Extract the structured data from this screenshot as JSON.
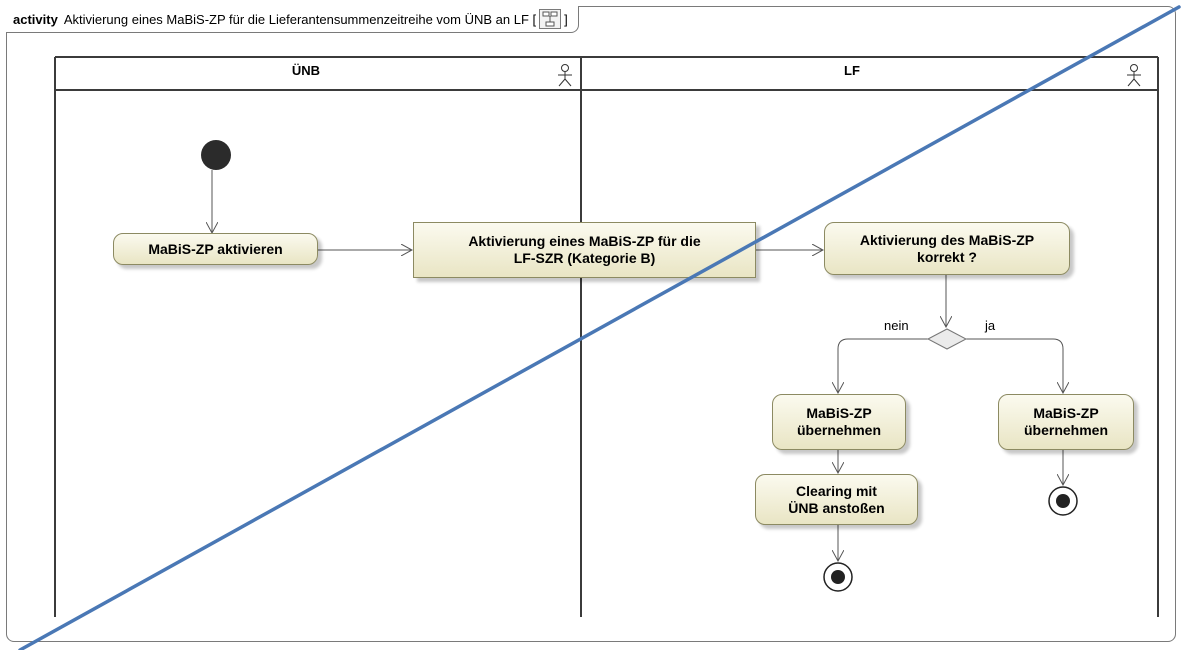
{
  "frame": {
    "keyword": "activity",
    "title": "Aktivierung eines MaBiS-ZP für die Lieferantensummenzeitreihe vom ÜNB an LF [",
    "bracket_close": "]",
    "diagram_icon": "activity-diagram-icon"
  },
  "lanes": [
    {
      "name": "ÜNB",
      "icon": "actor-icon"
    },
    {
      "name": "LF",
      "icon": "actor-icon"
    }
  ],
  "nodes": {
    "aktivieren": "MaBiS-ZP aktivieren",
    "object_line1": "Aktivierung eines MaBiS-ZP für die",
    "object_line2": "LF-SZR (Kategorie B)",
    "pruefen_line1": "Aktivierung des MaBiS-ZP",
    "pruefen_line2": "korrekt ?",
    "uebernehmen_left_line1": "MaBiS-ZP",
    "uebernehmen_left_line2": "übernehmen",
    "uebernehmen_right_line1": "MaBiS-ZP",
    "uebernehmen_right_line2": "übernehmen",
    "clearing_line1": "Clearing mit",
    "clearing_line2": "ÜNB anstoßen"
  },
  "guards": {
    "no": "nein",
    "yes": "ja"
  },
  "colors": {
    "node_fill_top": "#fbfaef",
    "node_fill_bottom": "#e9e5c4",
    "node_border": "#8c8a62",
    "lane_border": "#3b3b3b",
    "overlay_line": "#4a78b5"
  }
}
